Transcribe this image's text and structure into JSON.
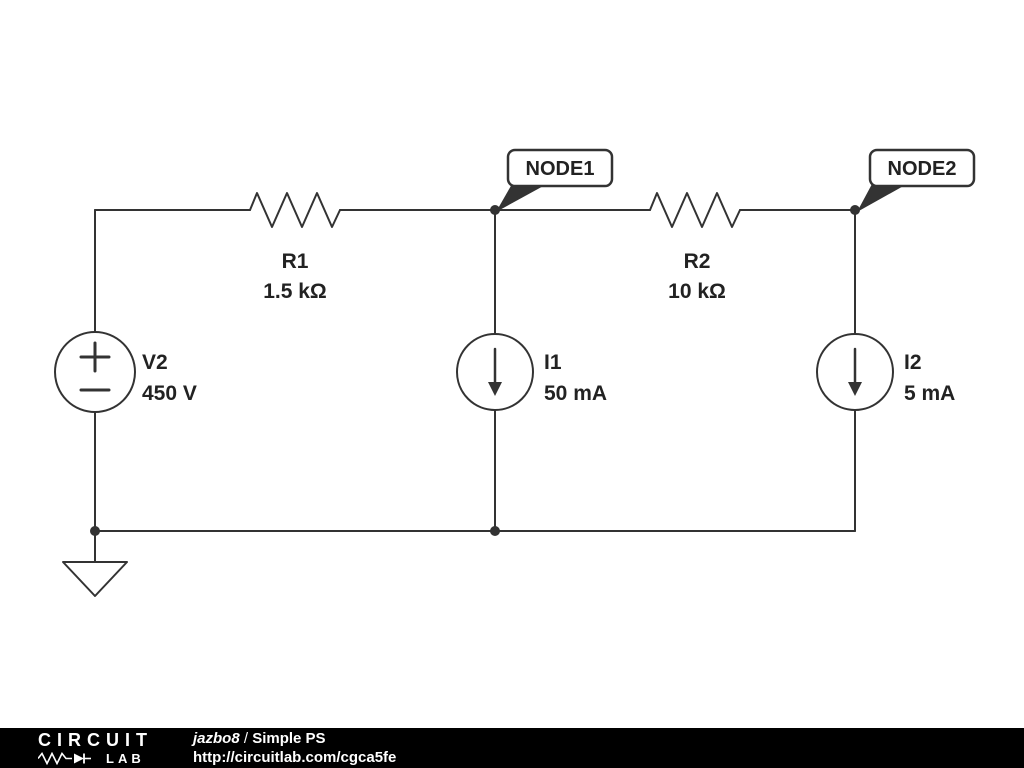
{
  "circuit": {
    "v2": {
      "name": "V2",
      "value": "450 V"
    },
    "r1": {
      "name": "R1",
      "value": "1.5 kΩ"
    },
    "r2": {
      "name": "R2",
      "value": "10 kΩ"
    },
    "i1": {
      "name": "I1",
      "value": "50 mA"
    },
    "i2": {
      "name": "I2",
      "value": "5 mA"
    },
    "node1": {
      "label": "NODE1"
    },
    "node2": {
      "label": "NODE2"
    }
  },
  "footer": {
    "logo_top": "CIRCUIT",
    "logo_bottom": "LAB",
    "author": "jazbo8",
    "separator": " / ",
    "title": "Simple PS",
    "url": "http://circuitlab.com/cgca5fe"
  },
  "colors": {
    "line": "#333333",
    "text": "#222222",
    "background": "#ffffff",
    "footer_background": "#000000",
    "footer_text": "#ffffff"
  }
}
